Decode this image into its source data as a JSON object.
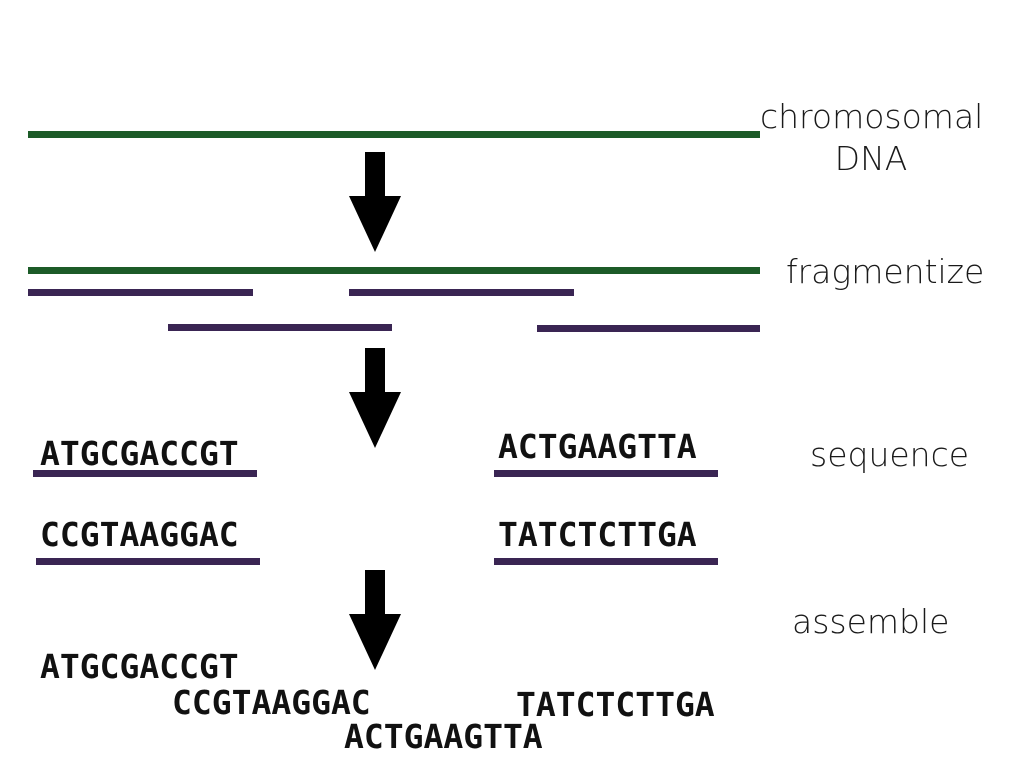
{
  "steps": {
    "chromosomal": "chromosomal",
    "dna": "DNA",
    "fragmentize": "fragmentize",
    "sequence": "sequence",
    "assemble": "assemble"
  },
  "reads": {
    "r1": "ATGCGACCGT",
    "r2": "ACTGAAGTTA",
    "r3": "CCGTAAGGAC",
    "r4": "TATCTCTTGA"
  },
  "assembly": {
    "a1": "ATGCGACCGT",
    "a2": "CCGTAAGGAC",
    "a3": "TATCTCTTGA",
    "a4": "ACTGAAGTTA"
  },
  "colors": {
    "dna": "#1c5b28",
    "fragment": "#3a2553",
    "arrow": "#000000"
  }
}
